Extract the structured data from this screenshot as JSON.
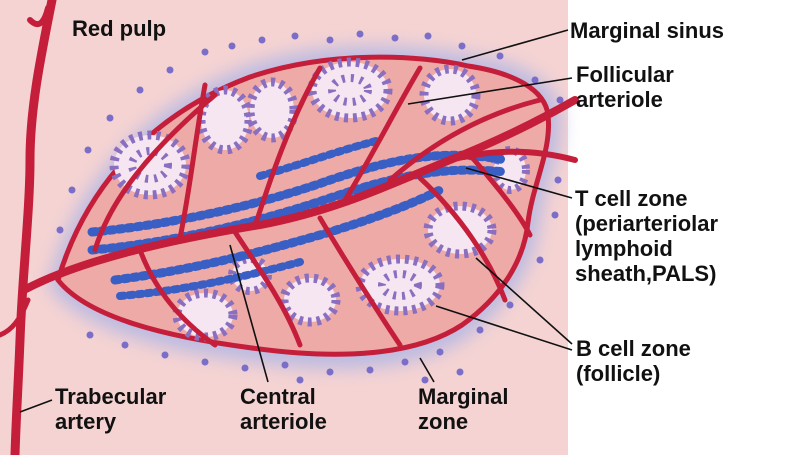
{
  "labels": {
    "red_pulp": "Red pulp",
    "marginal_sinus": "Marginal sinus",
    "follicular_arteriole": [
      "Follicular",
      "arteriole"
    ],
    "t_cell_zone": [
      "T cell zone",
      "(periarteriolar",
      "lymphoid",
      "sheath,PALS)"
    ],
    "b_cell_zone": [
      "B cell zone",
      "(follicle)"
    ],
    "trabecular_artery": [
      "Trabecular",
      "artery"
    ],
    "central_arteriole": [
      "Central",
      "arteriole"
    ],
    "marginal_zone": [
      "Marginal",
      "zone"
    ]
  },
  "colors": {
    "panel": "#f5d3d2",
    "follicle_fill": "#eeaaa7",
    "halo": "#b8b9e3",
    "vessel": "#c41e3a",
    "t_cell_dot": "#3a5fc4",
    "b_cell_dot": "#8a6fc0",
    "marginal_dot": "#7a6ec8",
    "leader_line": "#111111"
  }
}
